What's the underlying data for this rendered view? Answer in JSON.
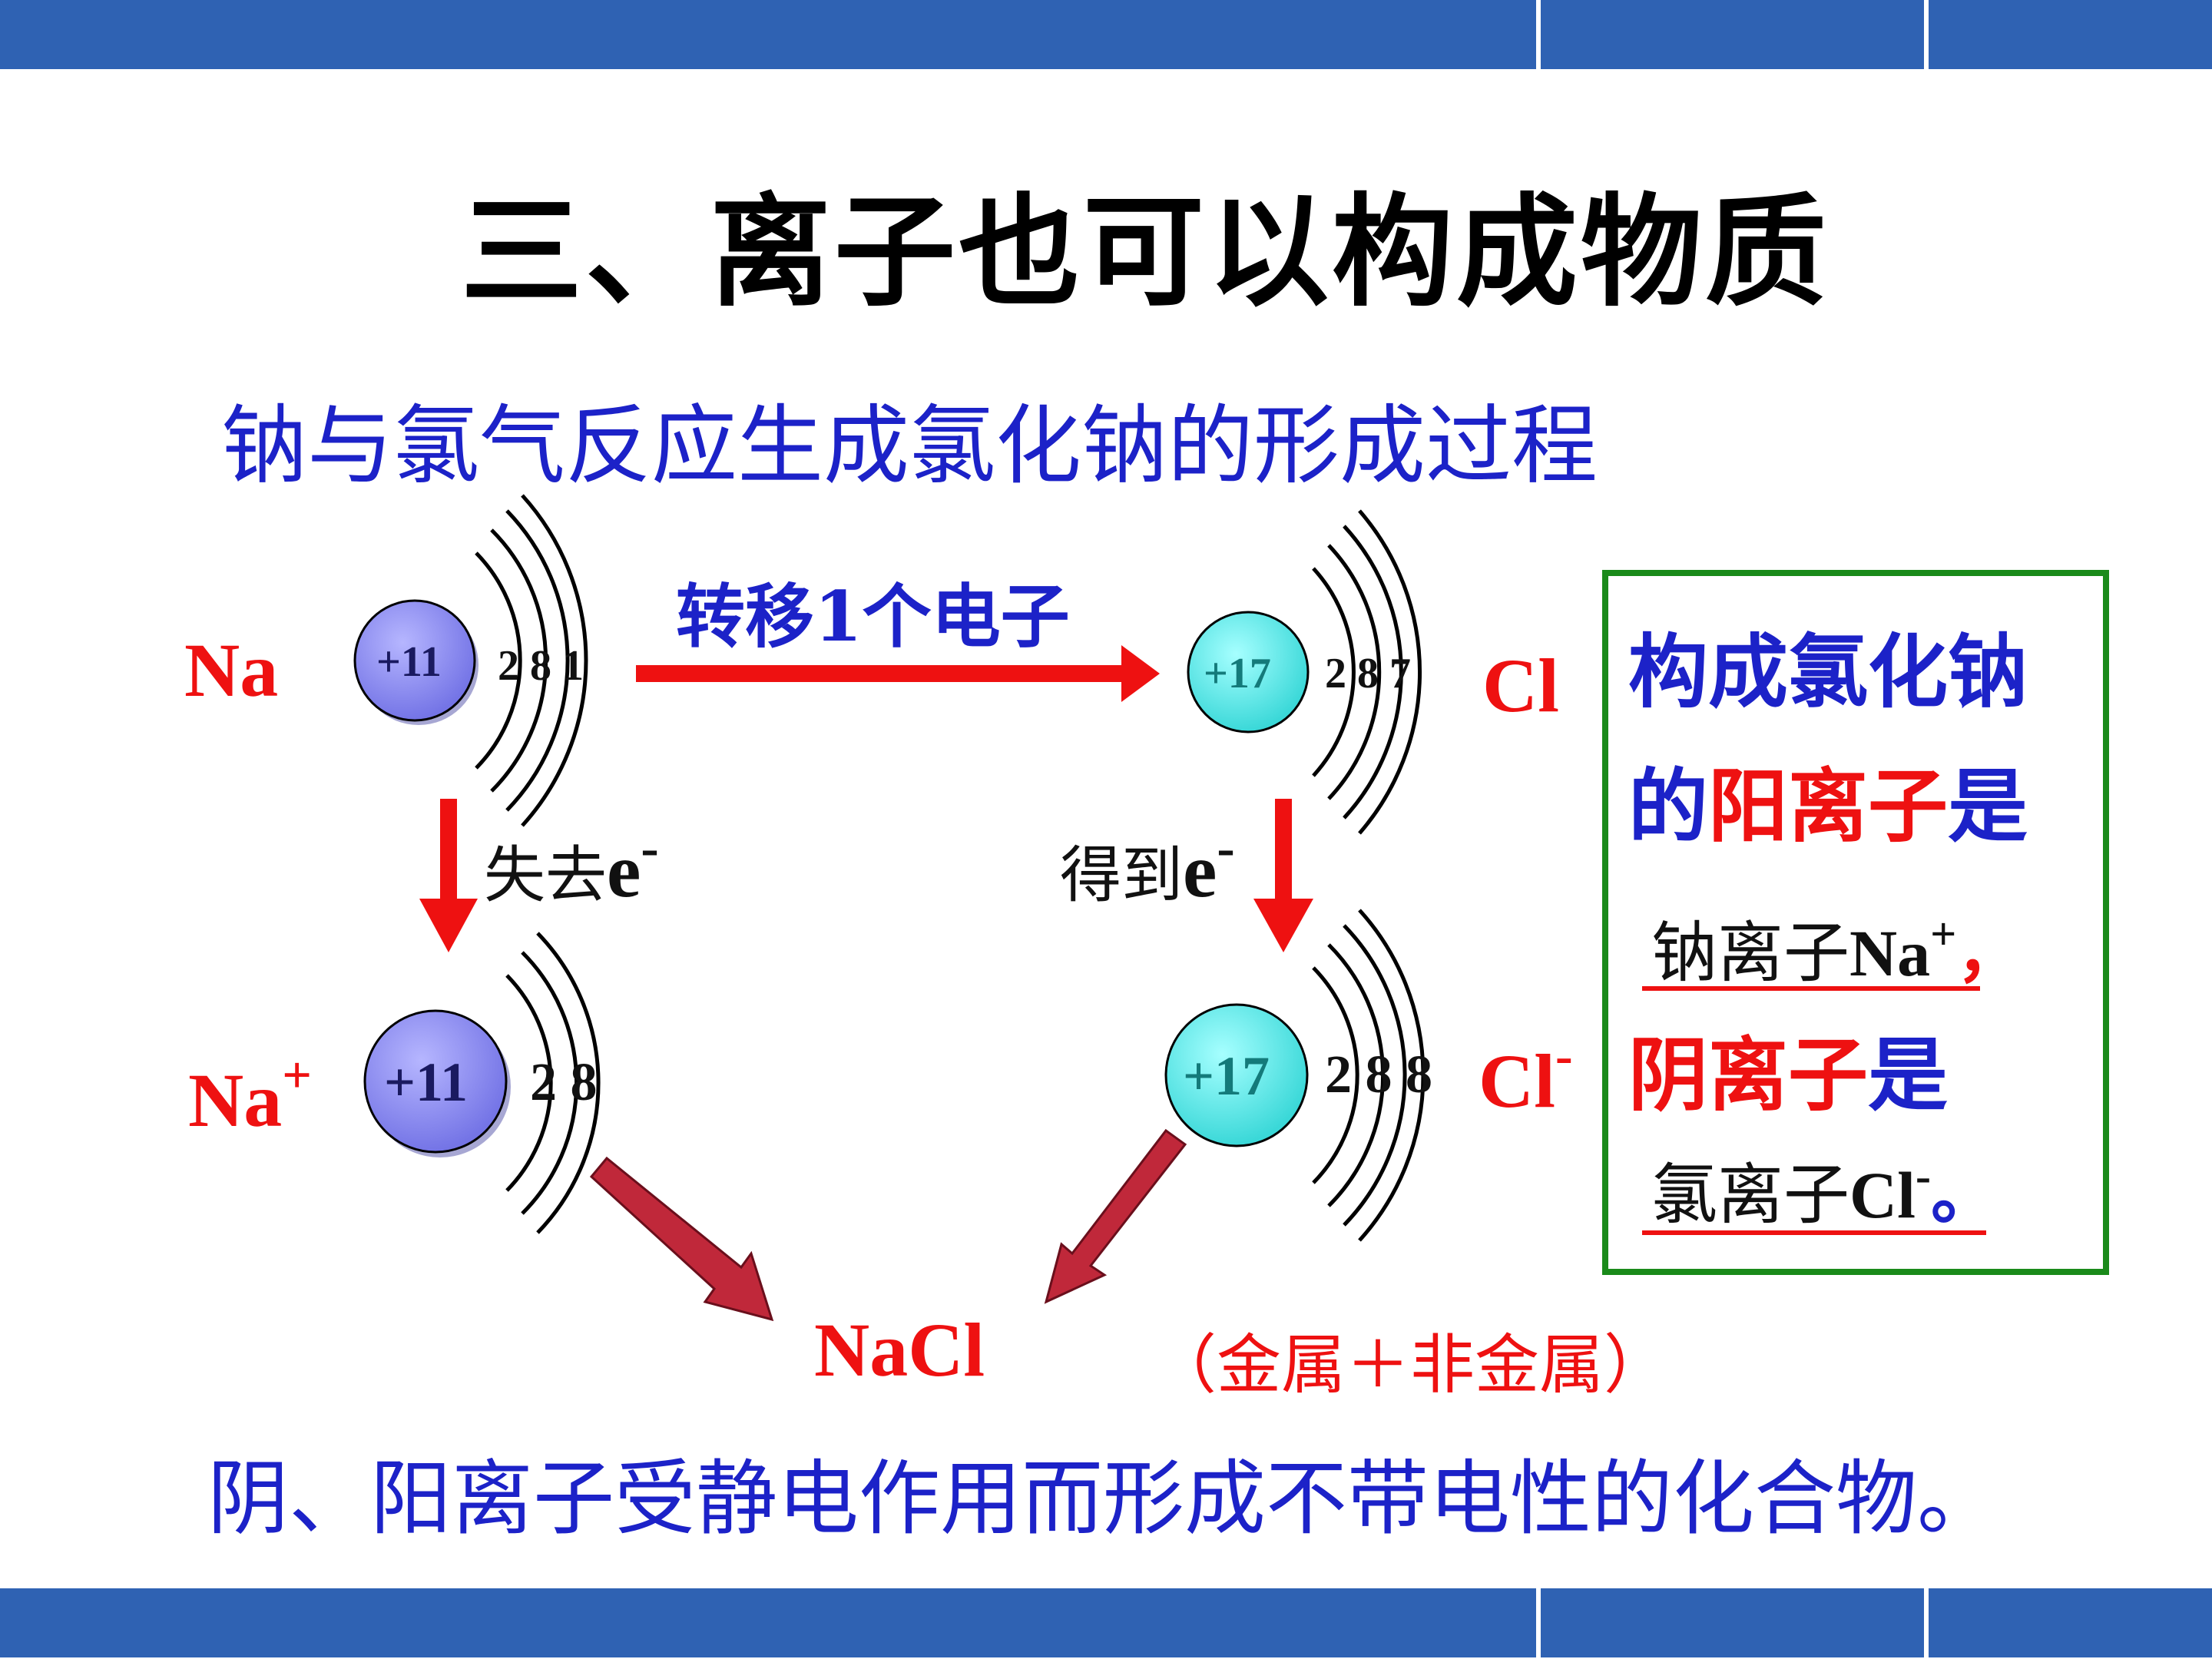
{
  "title": "三、离子也可以构成物质",
  "subtitle": "钠与氯气反应生成氯化钠的形成过程",
  "atoms": {
    "na": {
      "symbol": "Na",
      "nucleus": "+11",
      "shells": "2 8 1"
    },
    "cl": {
      "symbol": "Cl",
      "nucleus": "+17",
      "shells": "2 8 7"
    },
    "na_ion": {
      "symbol": "Na",
      "charge": "+",
      "nucleus": "+11",
      "shells": "2 8"
    },
    "cl_ion": {
      "symbol": "Cl",
      "charge": "-",
      "nucleus": "+17",
      "shells": "2 8 8"
    }
  },
  "arrows": {
    "transfer_label": "转移1个电子",
    "lose_label": "失去",
    "gain_label": "得到",
    "electron": "e",
    "electron_charge": "-"
  },
  "product": {
    "formula": "NaCl",
    "note": "（金属＋非金属）"
  },
  "box": {
    "line1": "构成氯化钠",
    "line2_a": "的",
    "line2_b": "阳离子",
    "line2_c": "是",
    "answer1_cn": "钠离子",
    "answer1_sym": "Na",
    "answer1_charge": "+",
    "answer1_punct": "，",
    "line4_a": "阴离子",
    "line4_b": "是",
    "answer2_cn": "氯离子",
    "answer2_sym": "Cl",
    "answer2_charge": "-",
    "answer2_punct": "。"
  },
  "conclusion": "阴、阳离子受静电作用而形成不带电性的化合物。",
  "colors": {
    "band": "#2f62b3",
    "red": "#ee1111",
    "blue": "#1c22c8",
    "green_border": "#1a8a1a",
    "na_nucleus": "#8c8cf0",
    "cl_nucleus": "#5fe8e8",
    "dark_arrow": "#c0283a"
  }
}
